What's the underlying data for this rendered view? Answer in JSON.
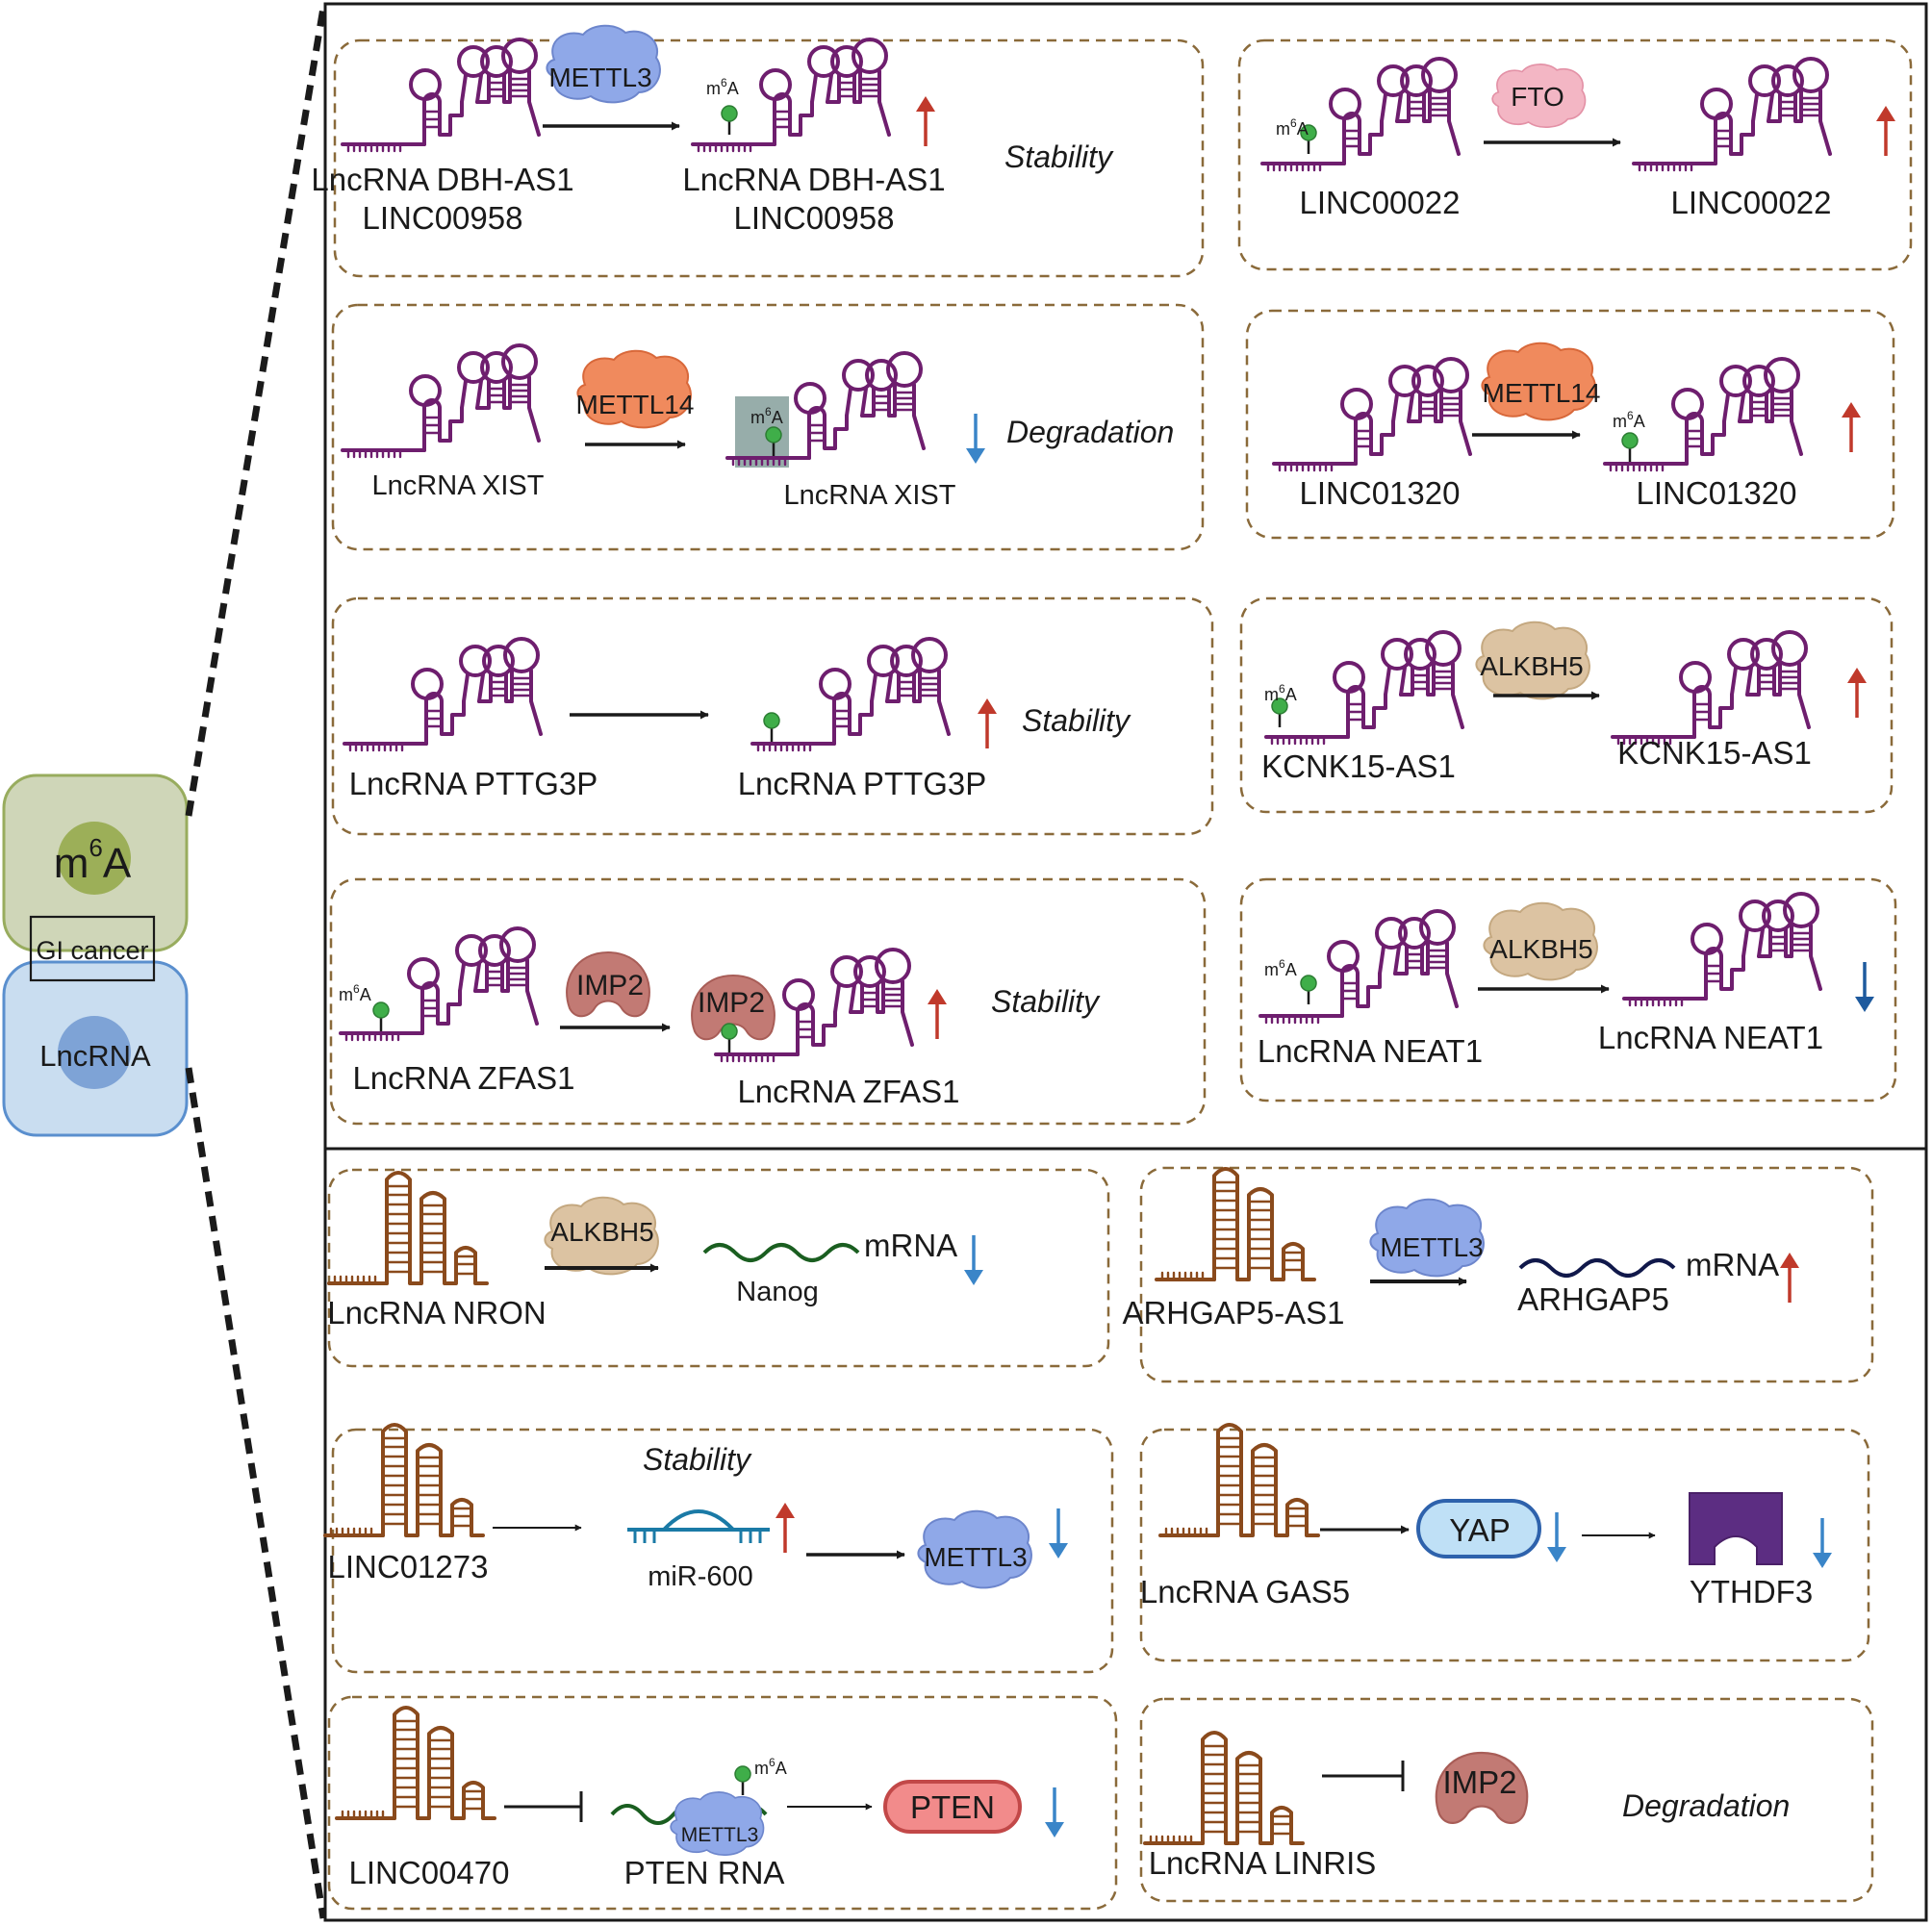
{
  "left_panel": {
    "m6a": {
      "base": "m",
      "sup": "6",
      "rest": "A"
    },
    "gi_cancer": "GI cancer",
    "lncrna": "LncRNA"
  },
  "m6a_mark": {
    "base": "m",
    "sup": "6",
    "rest": "A"
  },
  "top_boxes": [
    {
      "src": [
        "LncRNA DBH-AS1",
        "LINC00958"
      ],
      "enzyme": "METTL3",
      "dst": [
        "LncRNA DBH-AS1",
        "LINC00958"
      ],
      "direction": "up",
      "effect": "Stability"
    },
    {
      "src": [
        "LINC00022"
      ],
      "enzyme": "FTO",
      "dst": [
        "LINC00022"
      ],
      "direction": "up",
      "effect": ""
    },
    {
      "src": [
        "LncRNA XIST"
      ],
      "enzyme": "METTL14",
      "dst": [
        "LncRNA XIST"
      ],
      "direction": "down",
      "effect": "Degradation"
    },
    {
      "src": [
        "LINC01320"
      ],
      "enzyme": "METTL14",
      "dst": [
        "LINC01320"
      ],
      "direction": "up",
      "effect": ""
    },
    {
      "src": [
        "LncRNA PTTG3P"
      ],
      "enzyme": "",
      "dst": [
        "LncRNA PTTG3P"
      ],
      "direction": "up",
      "effect": "Stability"
    },
    {
      "src": [
        "KCNK15-AS1"
      ],
      "enzyme": "ALKBH5",
      "dst": [
        "KCNK15-AS1"
      ],
      "direction": "up",
      "effect": ""
    },
    {
      "src": [
        "LncRNA ZFAS1"
      ],
      "enzyme": "IMP2",
      "dst": [
        "LncRNA ZFAS1"
      ],
      "direction": "up",
      "effect": "Stability"
    },
    {
      "src": [
        "LncRNA NEAT1"
      ],
      "enzyme": "ALKBH5",
      "dst": [
        "LncRNA NEAT1"
      ],
      "direction": "down",
      "effect": ""
    }
  ],
  "bottom_boxes": {
    "nron": {
      "src": "LncRNA NRON",
      "enzyme": "ALKBH5",
      "target": "Nanog",
      "target_type": "mRNA",
      "direction": "down"
    },
    "arhgap5": {
      "src": "ARHGAP5-AS1",
      "enzyme": "METTL3",
      "target": "ARHGAP5",
      "target_type": "mRNA",
      "direction": "up"
    },
    "linc01273": {
      "src": "LINC01273",
      "effect": "Stability",
      "mirna": "miR-600",
      "mirna_direction": "up",
      "enzyme": "METTL3",
      "enzyme_direction": "down"
    },
    "gas5": {
      "src": "LncRNA GAS5",
      "protein": "YAP",
      "protein_direction": "down",
      "reader": "YTHDF3",
      "reader_direction": "down"
    },
    "linc00470": {
      "src": "LINC00470",
      "enzyme": "METTL3",
      "target": "PTEN RNA",
      "protein": "PTEN",
      "direction": "down"
    },
    "linris": {
      "src": "LncRNA LINRIS",
      "protein": "IMP2",
      "effect": "Degradation"
    }
  },
  "colors": {
    "lnc_purple": "#6e1e6e",
    "lnc_brown": "#8a4a1c",
    "m6a_green": "#3fae49",
    "up_red": "#c0392b",
    "down_blue": "#3a85c8",
    "mettl3": "#8fa8e8",
    "mettl14": "#f08a5d",
    "fto": "#f3b6c4",
    "alkbh5": "#dcc3a2",
    "imp2": "#c27a74",
    "yap": "#bfe0f6",
    "pten": "#f28b8b",
    "ythdf3": "#5c2d82",
    "box_border": "#8a6a3a",
    "m6a_panel": "#cfd6b8",
    "lncrna_panel": "#c9ddf0"
  }
}
